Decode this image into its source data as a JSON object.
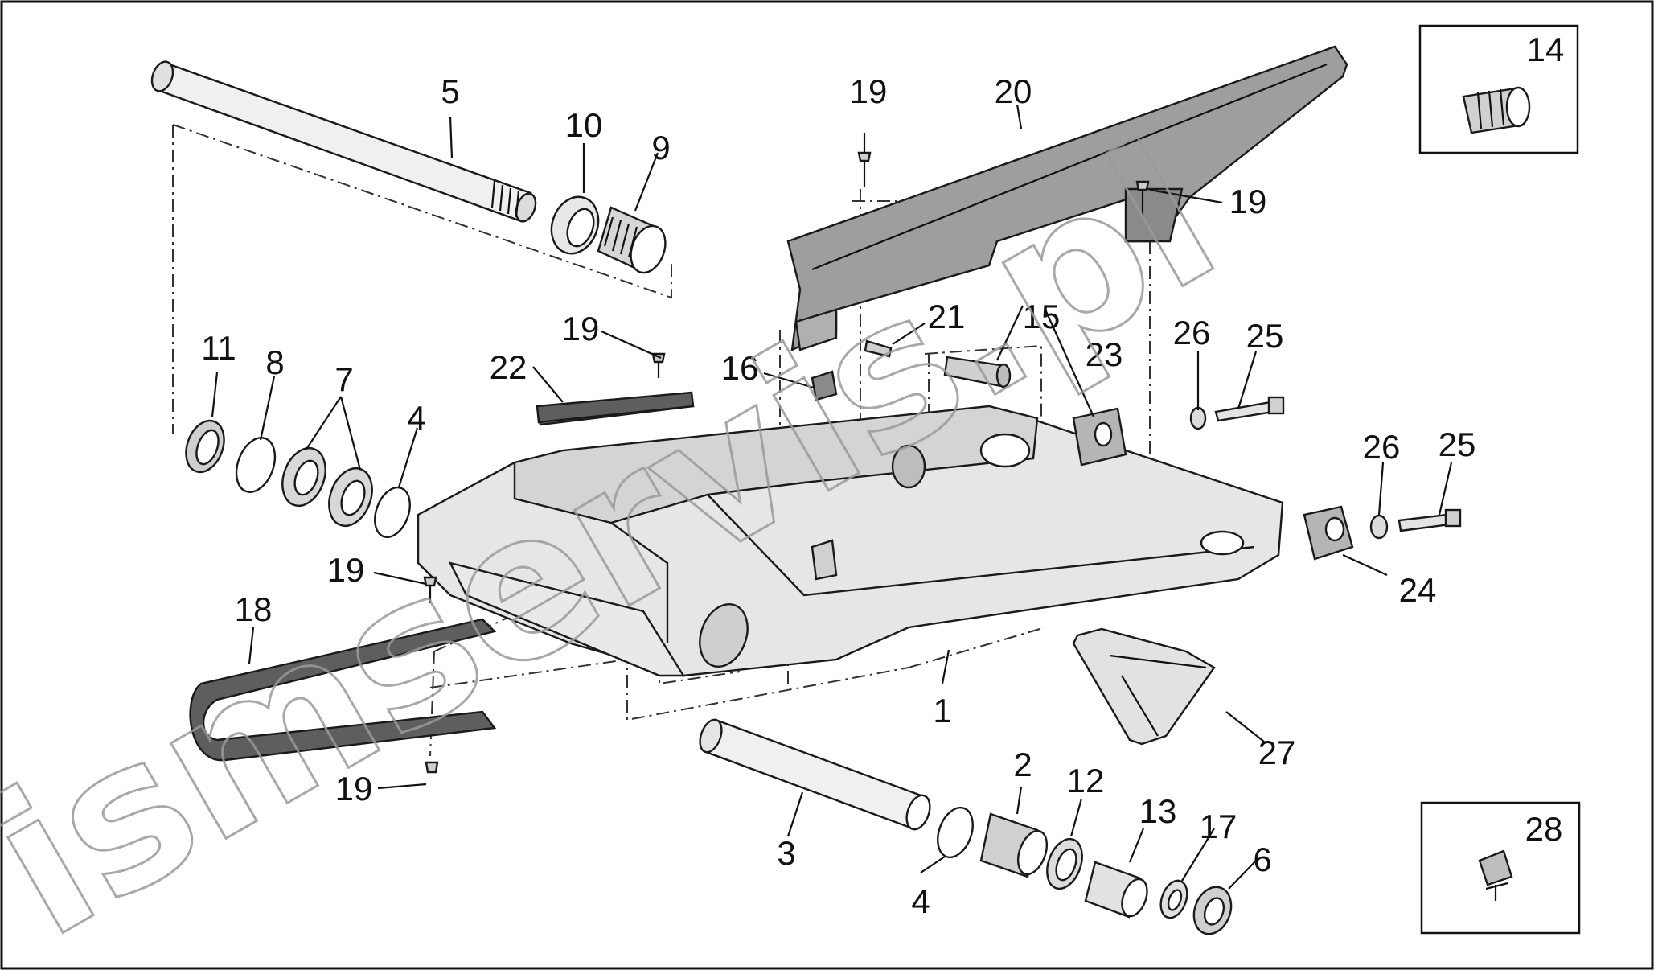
{
  "diagram": {
    "watermark": "ismservis.pl",
    "inset_part_numbers": {
      "top_right": "14",
      "bottom_right": "28"
    },
    "callouts": [
      "1",
      "2",
      "3",
      "4",
      "4",
      "5",
      "6",
      "7",
      "8",
      "9",
      "10",
      "11",
      "12",
      "13",
      "15",
      "16",
      "17",
      "18",
      "19",
      "19",
      "19",
      "19",
      "19",
      "20",
      "21",
      "22",
      "23",
      "24",
      "25",
      "25",
      "26",
      "26",
      "27"
    ]
  },
  "colors": {
    "line": "#1a1a1a",
    "part_fill_light": "#e4e4e4",
    "part_fill_mid": "#cfcfcf",
    "part_fill_dark": "#8c8c8c",
    "chain_guard_fill": "#9e9e9e",
    "slider_fill": "#5e5e5e",
    "background": "#ffffff"
  }
}
